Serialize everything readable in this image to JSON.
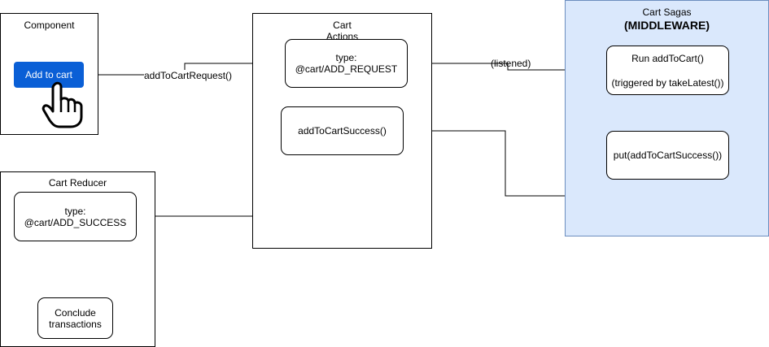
{
  "component": {
    "title": "Component",
    "button_label": "Add to cart",
    "button_color": "#0a5fd6",
    "cursor_icon": "hand-pointer-icon"
  },
  "cart_actions": {
    "title_line1": "Cart",
    "title_line2": "Actions",
    "request_node": {
      "line1": "type:",
      "line2": "@cart/ADD_REQUEST"
    },
    "success_node": {
      "label": "addToCartSuccess()"
    }
  },
  "cart_sagas": {
    "title": "Cart Sagas",
    "subtitle": "(MIDDLEWARE)",
    "background": "#dae8fc",
    "border": "#6c8ebf",
    "run_node": {
      "line1": "Run addToCart()",
      "line2": "(triggered by takeLatest())"
    },
    "put_node": {
      "label": "put(addToCartSuccess())"
    }
  },
  "cart_reducer": {
    "title": "Cart Reducer",
    "success_node": {
      "line1": "type:",
      "line2": "@cart/ADD_SUCCESS"
    },
    "conclude_node": {
      "line1": "Conclude",
      "line2": "transactions"
    }
  },
  "edges": {
    "request_label": "addToCartRequest()",
    "listened_label": "(listened)"
  }
}
